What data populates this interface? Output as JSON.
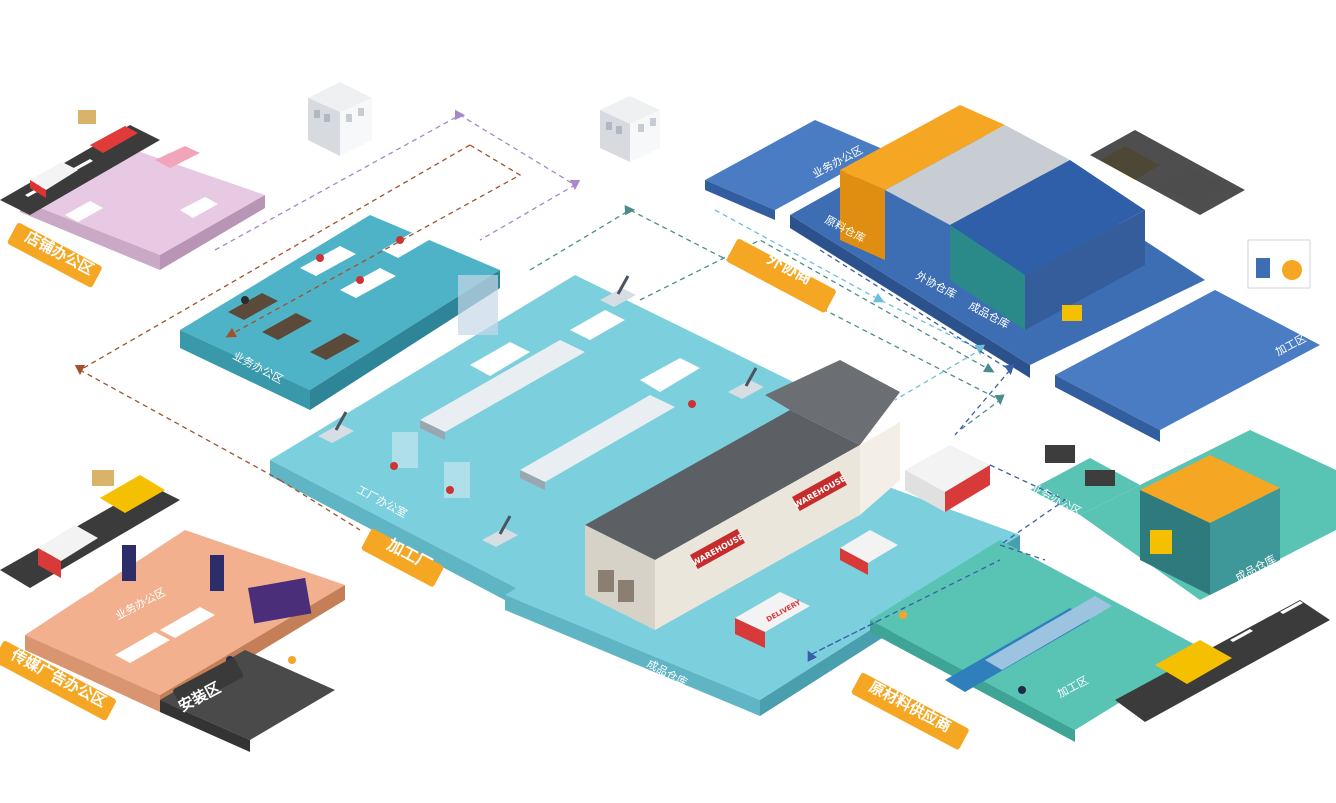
{
  "region_labels": {
    "store_office": "店铺办公区",
    "media_office": "传媒广告办公区",
    "install_area": "安装区",
    "factory": "加工厂",
    "outsource": "外协商",
    "raw_supplier": "原材料供应商"
  },
  "zone_labels": {
    "business_office_left": "业务办公区",
    "factory_office": "工厂办公室",
    "finished_warehouse_center": "成品仓库",
    "outsource_business_office": "业务办公区",
    "raw_material_warehouse": "原料仓库",
    "outsource_warehouse": "外协仓库",
    "outsource_finished_warehouse": "成品仓库",
    "outsource_processing": "加工区",
    "supplier_business_office": "业务办公区",
    "supplier_finished_warehouse": "成品仓库",
    "supplier_processing": "加工区",
    "media_business_office": "业务办公区"
  },
  "signage": {
    "warehouse_sign_1": "WAREHOUSE",
    "warehouse_sign_2": "WAREHOUSE",
    "truck_text": "DELIVERY"
  },
  "colors": {
    "accent_label": "#f5a623",
    "factory_floor": "#7ccfdc",
    "office_floor": "#4fb3c7",
    "store_floor": "#e7c9e4",
    "media_floor": "#f2b08e",
    "install_floor": "#4a4a4a",
    "outsource_floor": "#3d6eb3",
    "supplier_floor": "#59c3b4",
    "road": "#3b3b3b",
    "flow_brown": "#a0522d",
    "flow_purple": "#a888c8",
    "flow_teal": "#4c8c8c",
    "flow_blue": "#3a5ea8",
    "flow_lightblue": "#6cc0d8"
  },
  "icons": [
    "building-icon",
    "truck-icon",
    "van-icon",
    "forklift-icon",
    "robot-arm-icon",
    "worker-icon",
    "desk-icon",
    "shelf-icon"
  ]
}
